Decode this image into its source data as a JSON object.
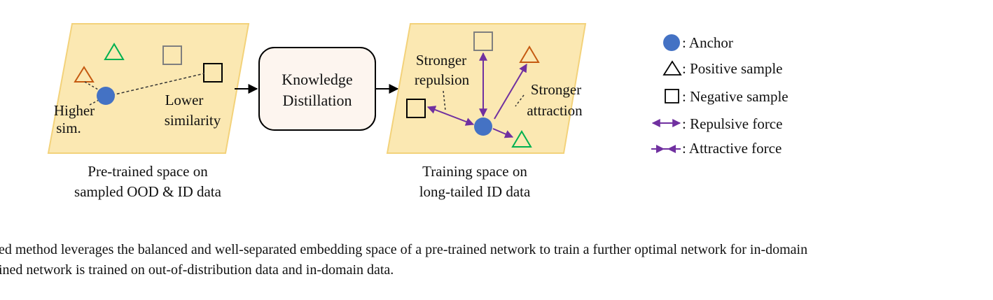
{
  "left_panel": {
    "label_higher": "Higher",
    "label_sim": "sim.",
    "label_lower": "Lower",
    "label_similarity": "similarity",
    "caption_line1": "Pre-trained space on",
    "caption_line2": "sampled OOD & ID data"
  },
  "kd_box": {
    "line1": "Knowledge",
    "line2": "Distillation"
  },
  "right_panel": {
    "label_stronger_rep": "Stronger",
    "label_repulsion": "repulsion",
    "label_stronger_att": "Stronger",
    "label_attraction": "attraction",
    "caption_line1": "Training space on",
    "caption_line2": "long-tailed ID data"
  },
  "legend": {
    "anchor": ": Anchor",
    "positive": ": Positive sample",
    "negative": ": Negative sample",
    "repulsive": ": Repulsive force",
    "attractive": ": Attractive force"
  },
  "caption": {
    "line1": "ed method leverages the balanced and well-separated embedding space of a pre-trained network to train a further optimal network for in-domain",
    "line2": "ined network is trained on out-of-distribution data and in-domain data."
  },
  "colors": {
    "panel_fill": "#fbe8b2",
    "panel_stroke": "#f3d27a",
    "anchor": "#4472c4",
    "force": "#7030a0",
    "positive_orange": "#c55a11",
    "positive_green": "#00b050",
    "negative_gray": "#7f7f7f",
    "kd_fill": "#fdf5ef"
  }
}
